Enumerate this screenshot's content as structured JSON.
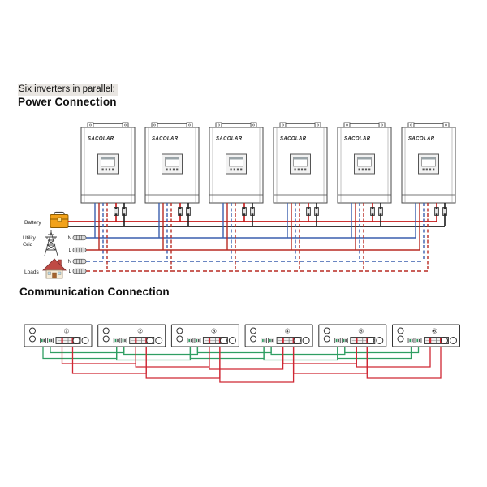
{
  "page": {
    "subtitle": "Six inverters in parallel:",
    "power_section_title": "Power Connection",
    "comm_section_title": "Communication Connection"
  },
  "inverter": {
    "brand": "SACOLAR",
    "count": 6
  },
  "power": {
    "battery_label": "Battery",
    "utility_label_line1": "Utility",
    "utility_label_line2": "Grid",
    "loads_label": "Loads",
    "utility_n_label": "N",
    "utility_l_label": "L",
    "loads_n_label": "N",
    "loads_l_label": "L"
  },
  "communication": {
    "unit_numbers": [
      "①",
      "②",
      "③",
      "④",
      "⑤",
      "⑥"
    ]
  },
  "colors": {
    "battery_positive": "#c41414",
    "battery_negative": "#1c1c1c",
    "neutral_wire": "#3a5fae",
    "line_wire": "#b82a22",
    "comm_share_green": "#2f9e62",
    "comm_data_red": "#cf2733",
    "outline": "#4a4a4a",
    "battery_icon_body": "#f2a21a",
    "house_roof": "#bf4a44",
    "highlight_bg": "#e9e6e2"
  }
}
